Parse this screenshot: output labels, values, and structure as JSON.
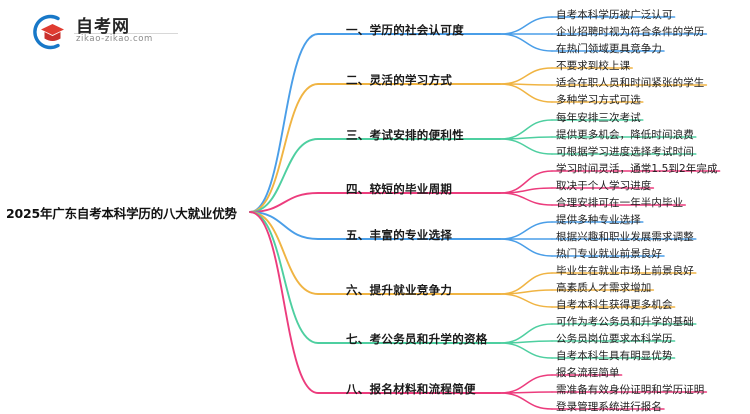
{
  "logo": {
    "name": "自考网",
    "domain": "zikao-zikao.com",
    "mark_arc_color": "#1878C8",
    "mark_cap_color": "#E03C31"
  },
  "root": {
    "title": "2025年广东自考本科学历的八大就业优势"
  },
  "palette": {
    "blue": "#4A9EE8",
    "orange": "#F0B443",
    "green": "#4ECFA0",
    "pink": "#EC3C7D"
  },
  "branches": [
    {
      "index": "1",
      "label": "一、学历的社会认可度",
      "color": "#4A9EE8",
      "children": [
        "自考本科学历被广泛认可",
        "企业招聘时视为符合条件的学历",
        "在热门领域更具竞争力"
      ]
    },
    {
      "index": "2",
      "label": "二、灵活的学习方式",
      "color": "#F0B443",
      "children": [
        "不要求到校上课",
        "适合在职人员和时间紧张的学生",
        "多种学习方式可选"
      ]
    },
    {
      "index": "3",
      "label": "三、考试安排的便利性",
      "color": "#4ECFA0",
      "children": [
        "每年安排三次考试",
        "提供更多机会，降低时间浪费",
        "可根据学习进度选择考试时间"
      ]
    },
    {
      "index": "4",
      "label": "四、较短的毕业周期",
      "color": "#EC3C7D",
      "children": [
        "学习时间灵活，通常1.5到2年完成",
        "取决于个人学习进度",
        "合理安排可在一年半内毕业"
      ]
    },
    {
      "index": "5",
      "label": "五、丰富的专业选择",
      "color": "#4A9EE8",
      "children": [
        "提供多种专业选择",
        "根据兴趣和职业发展需求调整",
        "热门专业就业前景良好"
      ]
    },
    {
      "index": "6",
      "label": "六、提升就业竞争力",
      "color": "#F0B443",
      "children": [
        "毕业生在就业市场上前景良好",
        "高素质人才需求增加",
        "自考本科生获得更多机会"
      ]
    },
    {
      "index": "7",
      "label": "七、考公务员和升学的资格",
      "color": "#4ECFA0",
      "children": [
        "可作为考公务员和升学的基础",
        "公务员岗位要求本科学历",
        "自考本科生具有明显优势"
      ]
    },
    {
      "index": "8",
      "label": "八、报名材料和流程简便",
      "color": "#EC3C7D",
      "children": [
        "报名流程简单",
        "需准备有效身份证明和学历证明",
        "登录管理系统进行报名"
      ]
    }
  ]
}
